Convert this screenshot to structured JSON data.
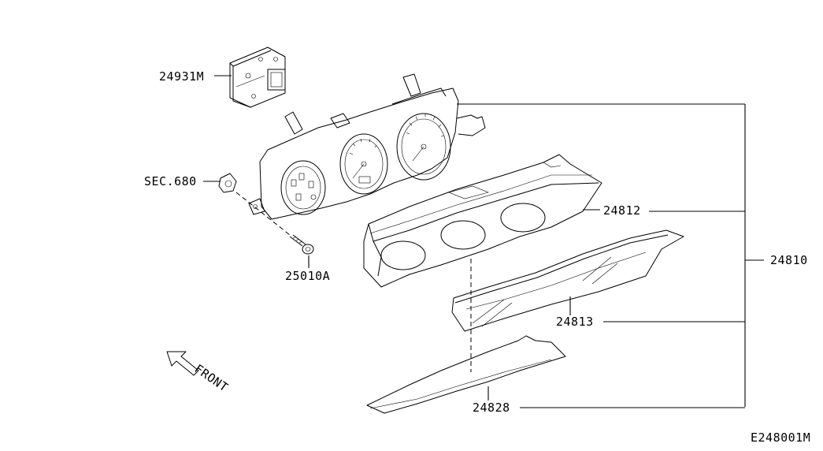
{
  "labels": {
    "p24931m": "24931M",
    "sec680": "SEC.680",
    "p25010a": "25010A",
    "p24812": "24812",
    "p24810": "24810",
    "p24813": "24813",
    "p24828": "24828",
    "front": "FRONT",
    "diagram_id": "E248001M"
  }
}
